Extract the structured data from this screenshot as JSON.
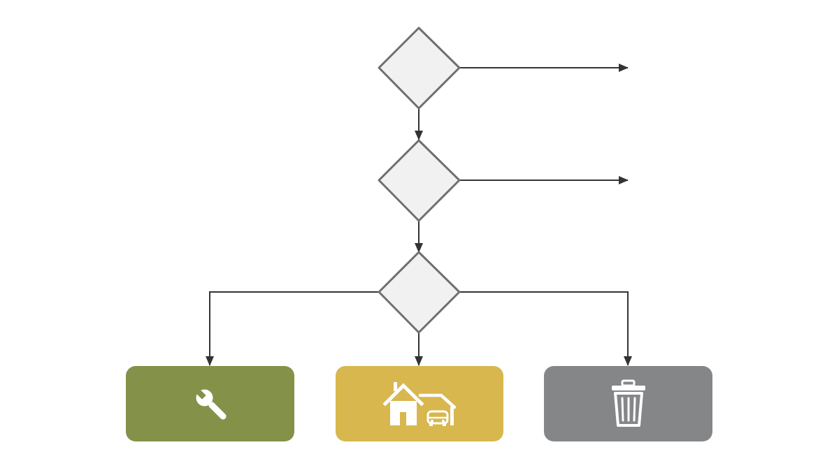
{
  "diagram": {
    "style": {
      "background": "#ffffff",
      "line_color": "#333333",
      "decision_fill": "#f1f1f1",
      "decision_stroke": "#6f6f6f"
    },
    "decisions": [
      {
        "id": "decision-1",
        "text": ""
      },
      {
        "id": "decision-2",
        "text": ""
      },
      {
        "id": "decision-3",
        "text": ""
      }
    ],
    "outcomes": [
      {
        "id": "outcome-repair",
        "icon": "wrench-icon",
        "color": "#849148",
        "text": ""
      },
      {
        "id": "outcome-home-garage",
        "icon": "house-garage-icon",
        "color": "#d8b74e",
        "text": ""
      },
      {
        "id": "outcome-discard",
        "icon": "trash-can-icon",
        "color": "#858688",
        "text": ""
      }
    ],
    "edges": [
      {
        "from": "decision-1",
        "to": "decision-2"
      },
      {
        "from": "decision-1",
        "to": "exit-1"
      },
      {
        "from": "decision-2",
        "to": "decision-3"
      },
      {
        "from": "decision-2",
        "to": "exit-2"
      },
      {
        "from": "decision-3",
        "to": "outcome-repair"
      },
      {
        "from": "decision-3",
        "to": "outcome-home-garage"
      },
      {
        "from": "decision-3",
        "to": "outcome-discard"
      }
    ]
  }
}
